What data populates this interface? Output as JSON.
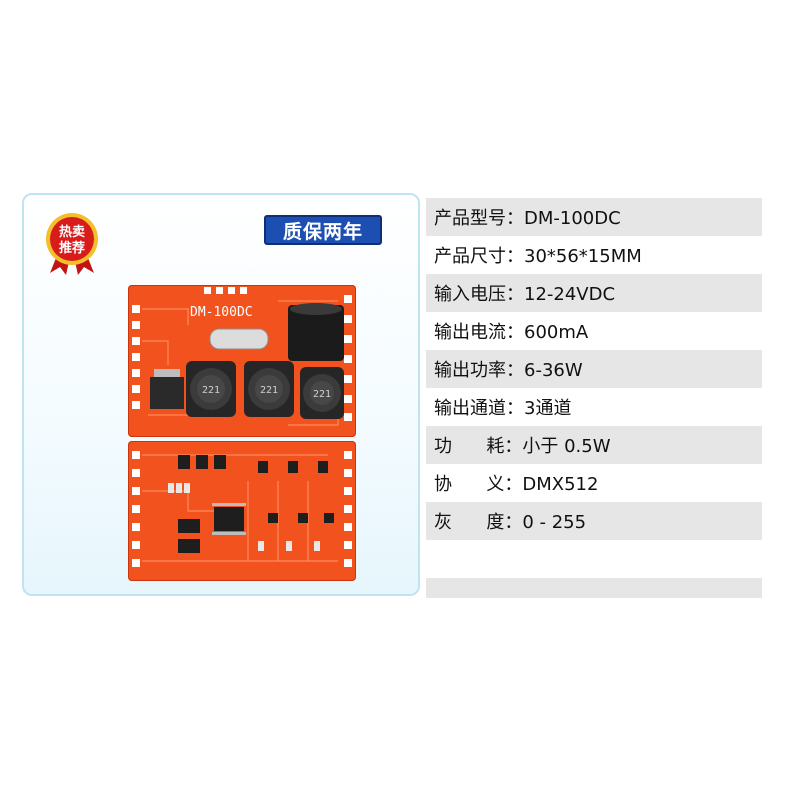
{
  "badges": {
    "hot_line1": "热卖",
    "hot_line2": "推荐",
    "warranty": "质保两年"
  },
  "board": {
    "model_print": "DM-100DC",
    "inductor_mark": "221"
  },
  "specs": [
    {
      "label": "产品型号",
      "value": "DM-100DC"
    },
    {
      "label": "产品尺寸",
      "value": "30*56*15MM"
    },
    {
      "label": "输入电压",
      "value": "12-24VDC"
    },
    {
      "label": "输出电流",
      "value": "600mA"
    },
    {
      "label": "输出功率",
      "value": "6-36W"
    },
    {
      "label": "输出通道",
      "value": "3通道"
    },
    {
      "label": "功      耗",
      "value": "小于 0.5W"
    },
    {
      "label": "协      义",
      "value": "DMX512"
    },
    {
      "label": "灰      度",
      "value": "0 - 255"
    }
  ],
  "colors": {
    "board_orange": "#f2521d",
    "badge_red": "#d81b1b",
    "warranty_blue": "#1d4fb3",
    "row_shade": "#e6e6e6"
  }
}
